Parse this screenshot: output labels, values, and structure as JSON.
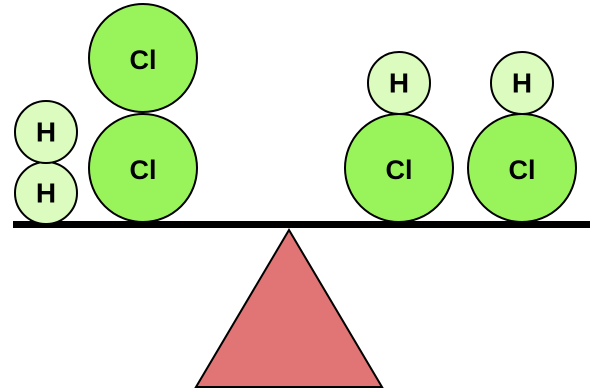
{
  "colors": {
    "h_fill": "#dcfcbf",
    "cl_fill": "#99f35b",
    "outline": "#000000",
    "fulcrum": "#e17575",
    "beam": "#000000"
  },
  "left_pan": {
    "h2_top": "H",
    "h2_bottom": "H",
    "cl2_top": "Cl",
    "cl2_bottom": "Cl"
  },
  "right_pan": {
    "hcl1_h": "H",
    "hcl1_cl": "Cl",
    "hcl2_h": "H",
    "hcl2_cl": "Cl"
  }
}
